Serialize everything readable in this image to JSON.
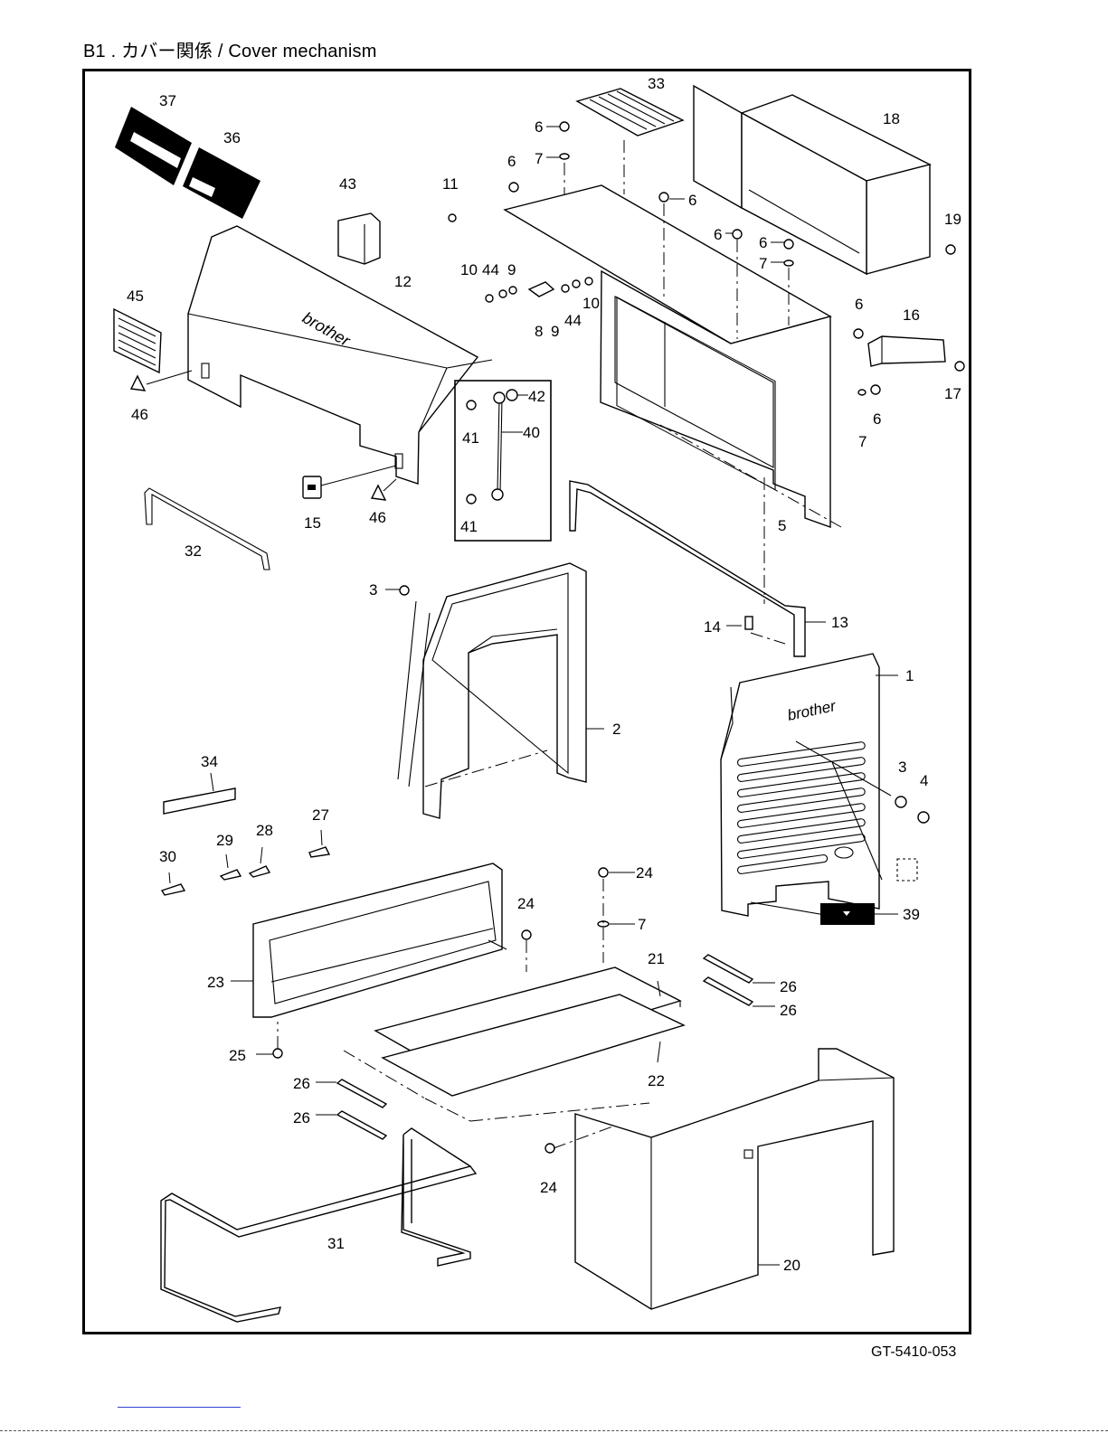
{
  "header": {
    "title": "B1 . カバー関係 / Cover mechanism"
  },
  "footer": {
    "doc_code": "GT-5410-053"
  },
  "diagram": {
    "callouts": {
      "c1": "1",
      "c2": "2",
      "c3a": "3",
      "c3b": "3",
      "c4": "4",
      "c5": "5",
      "c6a": "6",
      "c6b": "6",
      "c6c": "6",
      "c6d": "6",
      "c6e": "6",
      "c6f": "6",
      "c6g": "6",
      "c7a": "7",
      "c7b": "7",
      "c7c": "7",
      "c7d": "7",
      "c8": "8",
      "c9a": "9",
      "c9b": "9",
      "c10a": "10",
      "c10b": "10",
      "c11": "11",
      "c12": "12",
      "c13": "13",
      "c14": "14",
      "c15": "15",
      "c16": "16",
      "c17": "17",
      "c18": "18",
      "c19": "19",
      "c20": "20",
      "c21": "21",
      "c22": "22",
      "c23": "23",
      "c24a": "24",
      "c24b": "24",
      "c24c": "24",
      "c25": "25",
      "c26a": "26",
      "c26b": "26",
      "c26c": "26",
      "c26d": "26",
      "c27": "27",
      "c28": "28",
      "c29": "29",
      "c30": "30",
      "c31": "31",
      "c32": "32",
      "c33": "33",
      "c34": "34",
      "c36": "36",
      "c37": "37",
      "c39": "39",
      "c40": "40",
      "c41a": "41",
      "c41b": "41",
      "c42": "42",
      "c43": "43",
      "c44a": "44",
      "c44b": "44",
      "c45": "45",
      "c46a": "46",
      "c46b": "46"
    },
    "logo_text": "brother"
  }
}
